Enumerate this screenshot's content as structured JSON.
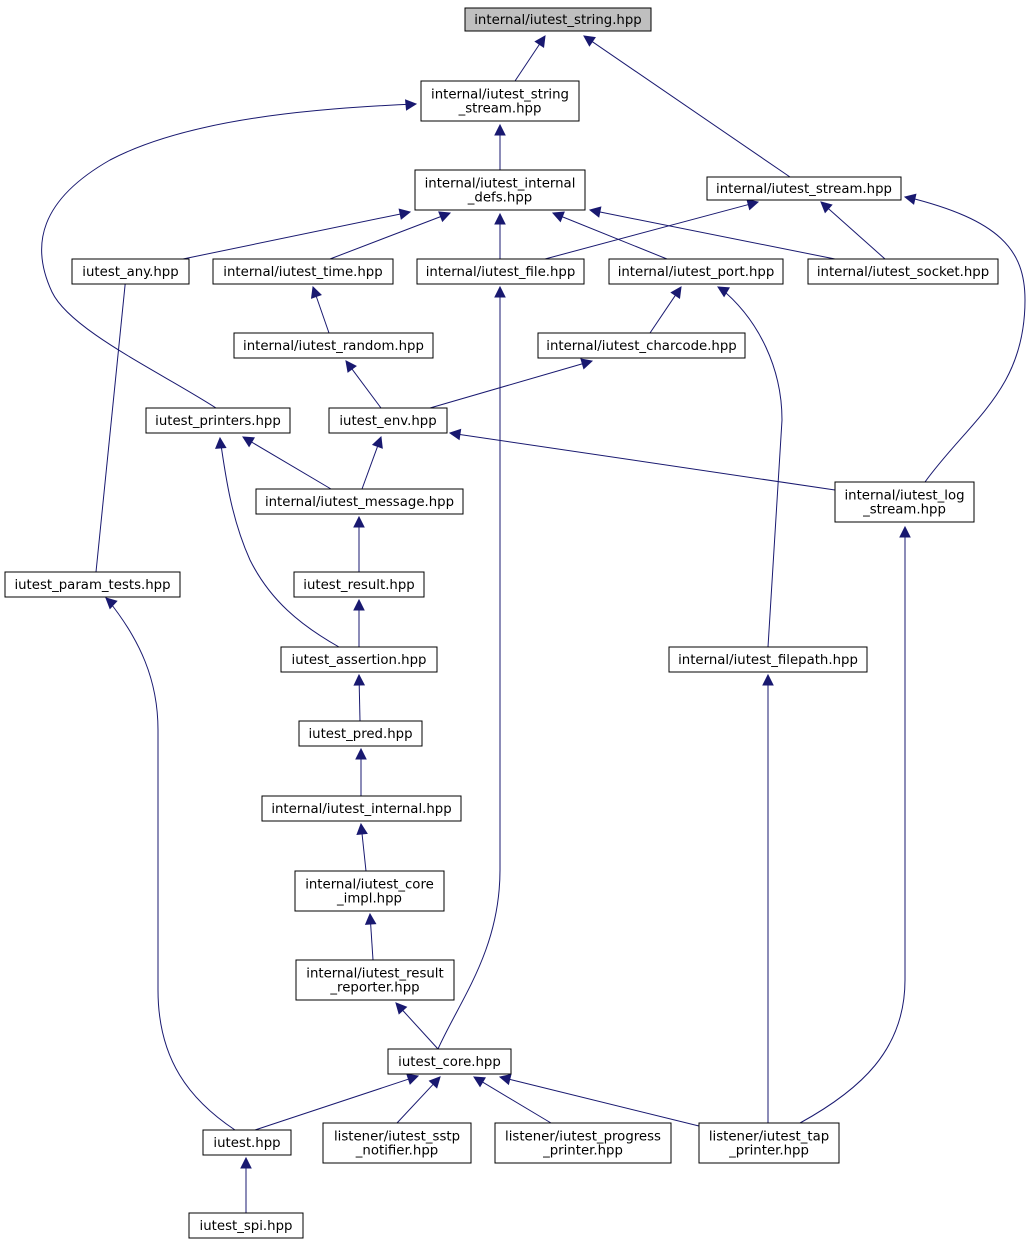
{
  "colors": {
    "edge": "#191970",
    "root_fill": "#bfbfbf",
    "node_fill": "#ffffff",
    "node_border": "#000000"
  },
  "nodes": [
    {
      "id": "string",
      "lines": [
        "internal/iutest_string.hpp"
      ],
      "root": true
    },
    {
      "id": "string_stream",
      "lines": [
        "internal/iutest_string",
        "_stream.hpp"
      ]
    },
    {
      "id": "internal_defs",
      "lines": [
        "internal/iutest_internal",
        "_defs.hpp"
      ]
    },
    {
      "id": "stream",
      "lines": [
        "internal/iutest_stream.hpp"
      ]
    },
    {
      "id": "any",
      "lines": [
        "iutest_any.hpp"
      ]
    },
    {
      "id": "time",
      "lines": [
        "internal/iutest_time.hpp"
      ]
    },
    {
      "id": "file",
      "lines": [
        "internal/iutest_file.hpp"
      ]
    },
    {
      "id": "port",
      "lines": [
        "internal/iutest_port.hpp"
      ]
    },
    {
      "id": "socket",
      "lines": [
        "internal/iutest_socket.hpp"
      ]
    },
    {
      "id": "random",
      "lines": [
        "internal/iutest_random.hpp"
      ]
    },
    {
      "id": "charcode",
      "lines": [
        "internal/iutest_charcode.hpp"
      ]
    },
    {
      "id": "printers",
      "lines": [
        "iutest_printers.hpp"
      ]
    },
    {
      "id": "env",
      "lines": [
        "iutest_env.hpp"
      ]
    },
    {
      "id": "message",
      "lines": [
        "internal/iutest_message.hpp"
      ]
    },
    {
      "id": "log_stream",
      "lines": [
        "internal/iutest_log",
        "_stream.hpp"
      ]
    },
    {
      "id": "param_tests",
      "lines": [
        "iutest_param_tests.hpp"
      ]
    },
    {
      "id": "result",
      "lines": [
        "iutest_result.hpp"
      ]
    },
    {
      "id": "assertion",
      "lines": [
        "iutest_assertion.hpp"
      ]
    },
    {
      "id": "filepath",
      "lines": [
        "internal/iutest_filepath.hpp"
      ]
    },
    {
      "id": "pred",
      "lines": [
        "iutest_pred.hpp"
      ]
    },
    {
      "id": "internal",
      "lines": [
        "internal/iutest_internal.hpp"
      ]
    },
    {
      "id": "core_impl",
      "lines": [
        "internal/iutest_core",
        "_impl.hpp"
      ]
    },
    {
      "id": "result_reporter",
      "lines": [
        "internal/iutest_result",
        "_reporter.hpp"
      ]
    },
    {
      "id": "core",
      "lines": [
        "iutest_core.hpp"
      ]
    },
    {
      "id": "iutest",
      "lines": [
        "iutest.hpp"
      ]
    },
    {
      "id": "sstp",
      "lines": [
        "listener/iutest_sstp",
        "_notifier.hpp"
      ]
    },
    {
      "id": "progress",
      "lines": [
        "listener/iutest_progress",
        "_printer.hpp"
      ]
    },
    {
      "id": "tap",
      "lines": [
        "listener/iutest_tap",
        "_printer.hpp"
      ]
    },
    {
      "id": "spi",
      "lines": [
        "iutest_spi.hpp"
      ]
    }
  ],
  "edges": [
    {
      "from": "string",
      "to": "string_stream"
    },
    {
      "from": "string",
      "to": "stream"
    },
    {
      "from": "string_stream",
      "to": "internal_defs"
    },
    {
      "from": "string_stream",
      "to": "printers"
    },
    {
      "from": "internal_defs",
      "to": "any"
    },
    {
      "from": "internal_defs",
      "to": "time"
    },
    {
      "from": "internal_defs",
      "to": "file"
    },
    {
      "from": "internal_defs",
      "to": "port"
    },
    {
      "from": "internal_defs",
      "to": "socket"
    },
    {
      "from": "stream",
      "to": "file"
    },
    {
      "from": "stream",
      "to": "socket"
    },
    {
      "from": "stream",
      "to": "log_stream"
    },
    {
      "from": "any",
      "to": "param_tests"
    },
    {
      "from": "time",
      "to": "random"
    },
    {
      "from": "file",
      "to": "core"
    },
    {
      "from": "port",
      "to": "charcode"
    },
    {
      "from": "port",
      "to": "filepath"
    },
    {
      "from": "random",
      "to": "env"
    },
    {
      "from": "charcode",
      "to": "env"
    },
    {
      "from": "printers",
      "to": "message"
    },
    {
      "from": "printers",
      "to": "assertion"
    },
    {
      "from": "env",
      "to": "message"
    },
    {
      "from": "env",
      "to": "log_stream"
    },
    {
      "from": "message",
      "to": "result"
    },
    {
      "from": "log_stream",
      "to": "tap"
    },
    {
      "from": "param_tests",
      "to": "iutest"
    },
    {
      "from": "result",
      "to": "assertion"
    },
    {
      "from": "assertion",
      "to": "pred"
    },
    {
      "from": "filepath",
      "to": "tap"
    },
    {
      "from": "pred",
      "to": "internal"
    },
    {
      "from": "internal",
      "to": "core_impl"
    },
    {
      "from": "core_impl",
      "to": "result_reporter"
    },
    {
      "from": "result_reporter",
      "to": "core"
    },
    {
      "from": "core",
      "to": "iutest"
    },
    {
      "from": "core",
      "to": "sstp"
    },
    {
      "from": "core",
      "to": "progress"
    },
    {
      "from": "core",
      "to": "tap"
    },
    {
      "from": "iutest",
      "to": "spi"
    }
  ]
}
